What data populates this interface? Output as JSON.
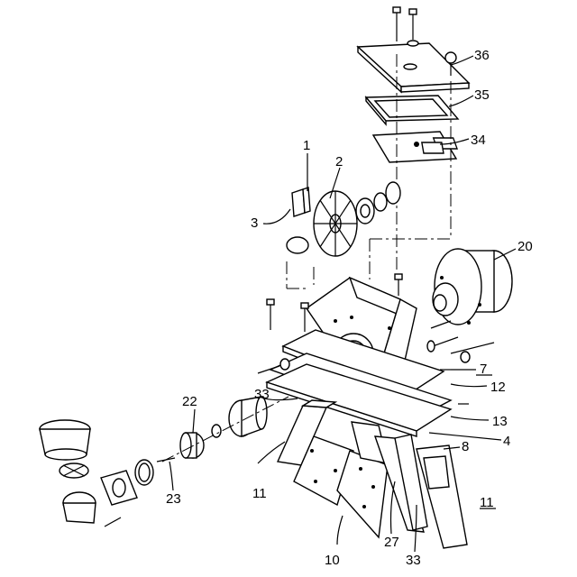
{
  "labels": {
    "n1": "1",
    "n2": "2",
    "n3": "3",
    "n4": "4",
    "n7": "7",
    "n8": "8",
    "n10": "10",
    "n11a": "11",
    "n11b": "11",
    "n12": "12",
    "n13": "13",
    "n20": "20",
    "n22": "22",
    "n23": "23",
    "n27": "27",
    "n33a": "33",
    "n33b": "33",
    "n34": "34",
    "n35": "35",
    "n36": "36"
  }
}
